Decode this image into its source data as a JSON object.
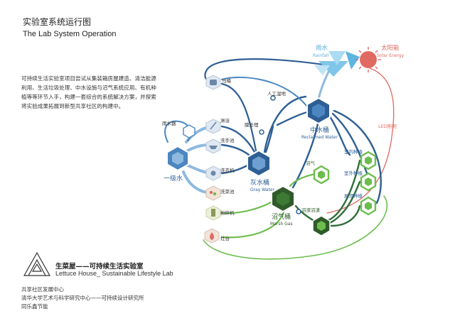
{
  "header": {
    "title_cn": "实验室系统运行图",
    "title_en": "The Lab System Operation"
  },
  "intro": "可持续生活实验室项目尝试从集装箱房屋建造、清洁能源利用、生活垃圾处理、中水设施与沼气系统应用、有机种植等等环节入手，构建一套综合的系统解决方案，并探索将实验成果拓展到新型共享社区的构建中。",
  "nodes": {
    "rainwater": {
      "cn": "雨水",
      "en": "Rainfall"
    },
    "solar": {
      "cn": "太阳能",
      "en": "Solar Energy"
    },
    "primary_water": {
      "cn": "一级水"
    },
    "gray_water": {
      "cn": "灰水桶",
      "en": "Gray Water"
    },
    "reclaimed_water": {
      "cn": "中水桶",
      "en": "Reclaimed Water"
    },
    "marsh_gas": {
      "cn": "沼气桶",
      "en": "Marsh Gas"
    }
  },
  "labels": {
    "toilet": "马桶",
    "artificial_wetland": "人工湿地",
    "filter": "膜处理",
    "rainwater_collection": "雨水器",
    "shower": "淋浴",
    "wash_basin": "洗手池",
    "washing_machine": "洗衣机",
    "sink": "洗菜池",
    "crusher": "粉碎机",
    "stove": "灶台",
    "biogas": "沼气",
    "biogas_slurry": "沼液沼渣",
    "indoor_planting": "室内种植",
    "outdoor_planting": "室外种植",
    "roof_planting": "屋顶种植",
    "led_light": "LED照明"
  },
  "footer": {
    "lab_cn": "生菜屋——可持续生活实验室",
    "lab_en": "Lettuce House_ Sustainable Lifestyle Lab",
    "partners": [
      "共享社区发展中心",
      "清华大学艺术与科学研究中心——可持续设计研究所",
      "同乐鑫节能"
    ]
  },
  "colors": {
    "blue_dark": "#2e5f94",
    "blue_mid": "#4b86c0",
    "blue_light": "#8fb9df",
    "green_dark": "#2f6e3a",
    "green_light": "#6cbd4e",
    "red": "#e06a62",
    "sky": "#7fc6e8"
  }
}
